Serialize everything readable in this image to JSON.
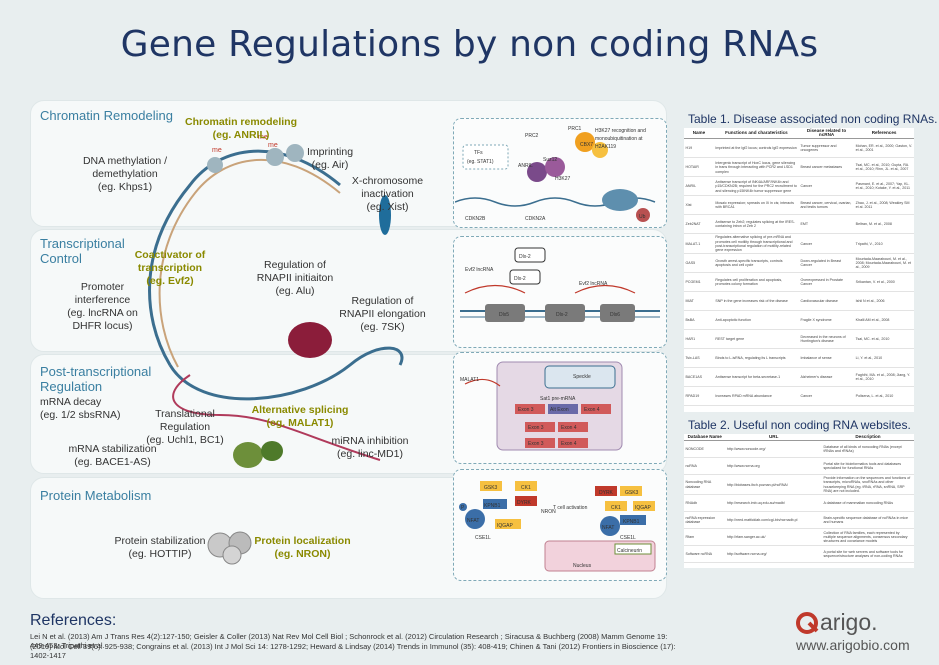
{
  "title": "Gene Regulations by non coding RNAs",
  "sections": {
    "chromatin": {
      "title": "Chromatin Remodeling",
      "remodeling": "Chromatin remodeling",
      "remodeling_eg": "(eg. ANRIL)",
      "methyl_1": "DNA methylation /",
      "methyl_2": "demethylation",
      "methyl_eg": "(eg. Khps1)",
      "imprint": "Imprinting",
      "imprint_eg": "(eg. Air)",
      "xinact_1": "X-chromosome",
      "xinact_2": "inactivation",
      "xinact_eg": "(eg. Xist)",
      "me": "me"
    },
    "transcriptional": {
      "title_1": "Transcriptional",
      "title_2": "Control",
      "coact_1": "Coactivator of",
      "coact_2": "transcription",
      "coact_eg": "(eg. Evf2)",
      "promoter_1": "Promoter",
      "promoter_2": "interference",
      "promoter_3": "(eg. lncRNA on",
      "promoter_4": "DHFR locus)",
      "init_1": "Regulation of",
      "init_2": "RNAPII initiaiton",
      "init_eg": "(eg. Alu)",
      "elong_1": "Regulation of",
      "elong_2": "RNAPII elongation",
      "elong_eg": "(eg. 7SK)"
    },
    "posttranscriptional": {
      "title_1": "Post-transcriptional",
      "title_2": "Regulation",
      "decay": "mRNA decay",
      "decay_eg": "(eg. 1/2 sbsRNA)",
      "transl_1": "Translational",
      "transl_2": "Regulation",
      "transl_eg": "(eg. Uchl1, BC1)",
      "splice": "Alternative splicing",
      "splice_eg": "(eg. MALAT1)",
      "stab": "mRNA stabilization",
      "stab_eg": "(eg. BACE1-AS)",
      "mirna": "miRNA inhibition",
      "mirna_eg": "(eg. linc-MD1)"
    },
    "protein": {
      "title": "Protein Metabolism",
      "stab": "Protein stabilization",
      "stab_eg": "(eg. HOTTIP)",
      "local": "Protein localization",
      "local_eg": "(eg. NRON)"
    }
  },
  "diagrams": {
    "d1": {
      "prc2": "PRC2",
      "prc1": "PRC1",
      "h3k27_note_1": "H3K27 recognition and",
      "h3k27_note_2": "monoubiquitination at",
      "h3k27_note_3": "H2AK119",
      "tfs": "TFs",
      "tfs_eg": "(eg. STAT1)",
      "anril": "ANRIL",
      "h3k27": "H3K27",
      "suz12": "Suz12",
      "cbx7": "CBX7",
      "cdkn2b": "CDKN2B",
      "cdkn2a": "CDKN2A",
      "ub": "Ub"
    },
    "d2": {
      "dlx2_top": "Dlx-2",
      "evf2_l": "Evf2 lncRNA",
      "evf2_r": "Evf2 lncRNA",
      "dlx2_mid": "Dlx-2",
      "dlx5": "Dlx5",
      "dlx2_b": "Dlx-2",
      "dlx6": "Dlx6"
    },
    "d3": {
      "malat1": "MALAT1",
      "speckle": "Speckle",
      "sat1": "Sat1 pre-mRNA",
      "exon3": "Exon 3",
      "alt": "Alt Exon",
      "exon4": "Exon 4",
      "exon3b": "Exon 3",
      "exon4b": "Exon 4",
      "exon3c": "Exon 3",
      "exon4c": "Exon 4"
    },
    "d4": {
      "gsk3": "GSK3",
      "ck1": "CK1",
      "kpnb1": "KPNB1",
      "dyrk": "DYRK",
      "nron": "NRON",
      "nfat": "NFAT",
      "iqgap": "IQGAP",
      "cse1l": "CSE1L",
      "tcell": "T cell activation",
      "calcineurin": "Calcineurin",
      "nucleus": "Nucleus",
      "p": "P"
    }
  },
  "table1": {
    "caption": "Table 1.  Disease associated non coding RNAs.",
    "headers": [
      "Name",
      "Functions and charateristics",
      "Disease related to ncRNA",
      "References"
    ],
    "rows": [
      [
        "H19",
        "Imprinted at the Igf2 locus; controls Igf2 expression",
        "Tumor suppressor and oncogenes",
        "Mohan, ER. et al., 2000; Gaston, V. et al., 2001"
      ],
      [
        "HOTAIR",
        "Intergenic transcript of HoxC locus, gene silencing in trans through interacting with PCR2 and LSD1 complex",
        "Breast cancer metastases",
        "Tsai, MC. et al., 2010; Gupta, RA. et al., 2010; Rinn, JL. et al., 2007"
      ],
      [
        "ANRIL",
        "Antisense transcript of INK4A/ARF/INK4b and p15/CDKN2B; required for the PRC2 recruitment to and silencing p15INK4b tumor suppressor gene",
        "Cancer",
        "Pasmant, E. et al., 2007; Yap, KL. et al., 2010; Kotake, Y. et al., 2011"
      ],
      [
        "Xist",
        "Mosaic expression; spreads on Xi in cis; interacts with BRCA1",
        "Breast cancer, cervical, ovarian, and testis tumors",
        "Zhao, J. et al., 2008; Weakley SM et al. 2011"
      ],
      [
        "Zeb2NAT",
        "Antisense to Zeb2; regulates splicing at the IRES-containing intron of Zeb 2",
        "EMT",
        "Beltran, M. et al., 2008"
      ],
      [
        "MALAT-1",
        "Regulates alternative splicing of pre-mRNA and promotes cell motility through transcriptional and post-transcriptional regulation of motility-related gene expression",
        "Cancer",
        "Tripathi, V., 2010"
      ],
      [
        "GAS5",
        "Growth arrest-specific transcripts, controls apoptosis and cell cycle",
        "Down-regulated in Breast Cancer",
        "Mourtada-Maarabouni, M. et al., 2008; Mourtada-Maarabouni, M. et al., 2009"
      ],
      [
        "PCGEM1",
        "Regulates cell proliferation and apoptosis, promotes colony formation",
        "Overexpressed in Prostate Cancer",
        "Srikantan, V. et al., 2000"
      ],
      [
        "MIAT",
        "SNP in the gene increases risk of the disease",
        "Cardiovascular disease",
        "Ishii N et al., 2006"
      ],
      [
        "BsBA",
        "Anti-apoptotic function",
        "Fragile X syndrome",
        "Khalil AM et al., 2008"
      ],
      [
        "HAR1",
        "REST target gene",
        "Decreased in the neurons of Huntington's disease",
        "Tsai, MC. et al., 2010"
      ],
      [
        "Tsix-LAS",
        "Binds to L-isRNA, regulating its L transcripts",
        "Imbalance of sense",
        "Li, Y. et al., 2010"
      ],
      [
        "BACE1AS",
        "Antisense transcript for beta-secretase-1",
        "Alzheimer's disease",
        "Faghihi, MA. et al., 2008; Jiang, Y. et al., 2010"
      ],
      [
        "RPAD19",
        "Increases RPAD mRNA abundance",
        "Cancer",
        "Polisena, L. et al., 2010"
      ]
    ]
  },
  "table2": {
    "caption": "Table 2.  Useful non coding RNA websites.",
    "headers": [
      "Database Name",
      "URL",
      "Description"
    ],
    "rows": [
      [
        "NONCODE",
        "http://www.noncode.org/",
        "Database of all kinds of noncoding RNAs (except tRNAs and rRNAs)"
      ],
      [
        "ncRNA",
        "http://www.ncrna.org",
        "Portal site for bioinformatics tools and databases specialized for functional RNAs"
      ],
      [
        "Noncoding RNA database",
        "http://biobases.ibch.poznan.pl/ncRNA/",
        "Provide information on the sequences and functions of transcripts, microRNAs, snoRNAs and other housekeeping RNA (eg. tRNA, rRNA, snRNA, SRP RNA) are not included."
      ],
      [
        "RNAdb",
        "http://research.imb.uq.edu.au/rnadb/",
        "A database of mammalian noncoding RNAs"
      ],
      [
        "ncRNA expression database",
        "http://nred.matticklab.com/cgi-bin/ncrnadb.pl",
        "Brain-specific sequence database of ncRNAs in mice and humans"
      ],
      [
        "Rfam",
        "http://rfam.sanger.ac.uk/",
        "Collection of RNA families, each represented by multiple sequence alignments, consensus secondary structures and covariance models"
      ],
      [
        "Software ncRNA",
        "http://software.ncrna.org/",
        "A portal site for web servers and software tools for sequence/structure analyses of non-coding RNAs"
      ]
    ]
  },
  "references": {
    "heading": "References:",
    "line1": "Lei N et al. (2013) Am J Trans Res 4(2):127-150; Geisler & Coller (2013) Nat Rev Mol Cell Biol ; Schonrock et al. (2012) Circulation Research ; Siracusa & Buchberg (2008) Mamm Genome 19: 449-453; Tripathi et al.",
    "line2": "(2010) Mol Cell 39(6): 925-938; Congrains et al. (2013) Int J Mol Sci 14: 1278-1292; Heward & Lindsay (2014) Trends in Immunol (35): 408-419; Chinen & Tani (2012) Frontiers in Bioscience (17): 1402-1417"
  },
  "brand": {
    "name": "arigo.",
    "url": "www.arigobio.com"
  },
  "colors": {
    "title": "#1f3564",
    "section": "#3a7fa1",
    "accent": "#c0392b",
    "highlight": "#8a8a00"
  }
}
